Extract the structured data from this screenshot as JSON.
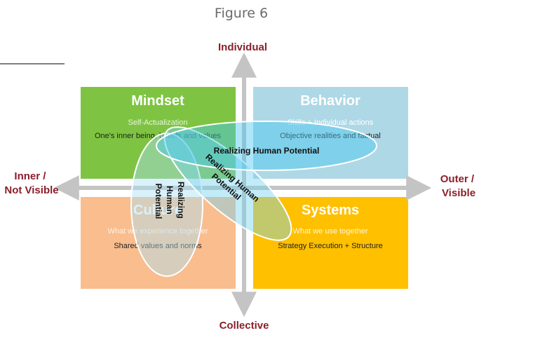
{
  "figure_label": "Figure 6",
  "axes": {
    "top": "Individual",
    "bottom": "Collective",
    "left_line1": "Inner /",
    "left_line2": "Not Visible",
    "right_line1": "Outer /",
    "right_line2": "Visible"
  },
  "quadrants": {
    "mindset": {
      "title": "Mindset",
      "subtitle": "Self-Actualization",
      "description": "One's inner being, beliefs and values",
      "color": "#7ec442"
    },
    "behavior": {
      "title": "Behavior",
      "subtitle": "Skills + Individual actions",
      "description": "Objective realities and factual",
      "color": "#aed8e6"
    },
    "culture": {
      "title": "Culture",
      "subtitle": "What we experience together",
      "description": "Shared values and norms",
      "color": "#f9bd8e"
    },
    "systems": {
      "title": "Systems",
      "subtitle": "What we use together",
      "description": "Strategy Execution  + Structure",
      "color": "#ffc000"
    }
  },
  "overlay": {
    "horizontal": "Realizing Human Potential",
    "diagonal_line1": "Realizing Human",
    "diagonal_line2": "Potential",
    "vertical_line1": "Realizing",
    "vertical_line2": "Human",
    "vertical_line3": "Potential"
  }
}
